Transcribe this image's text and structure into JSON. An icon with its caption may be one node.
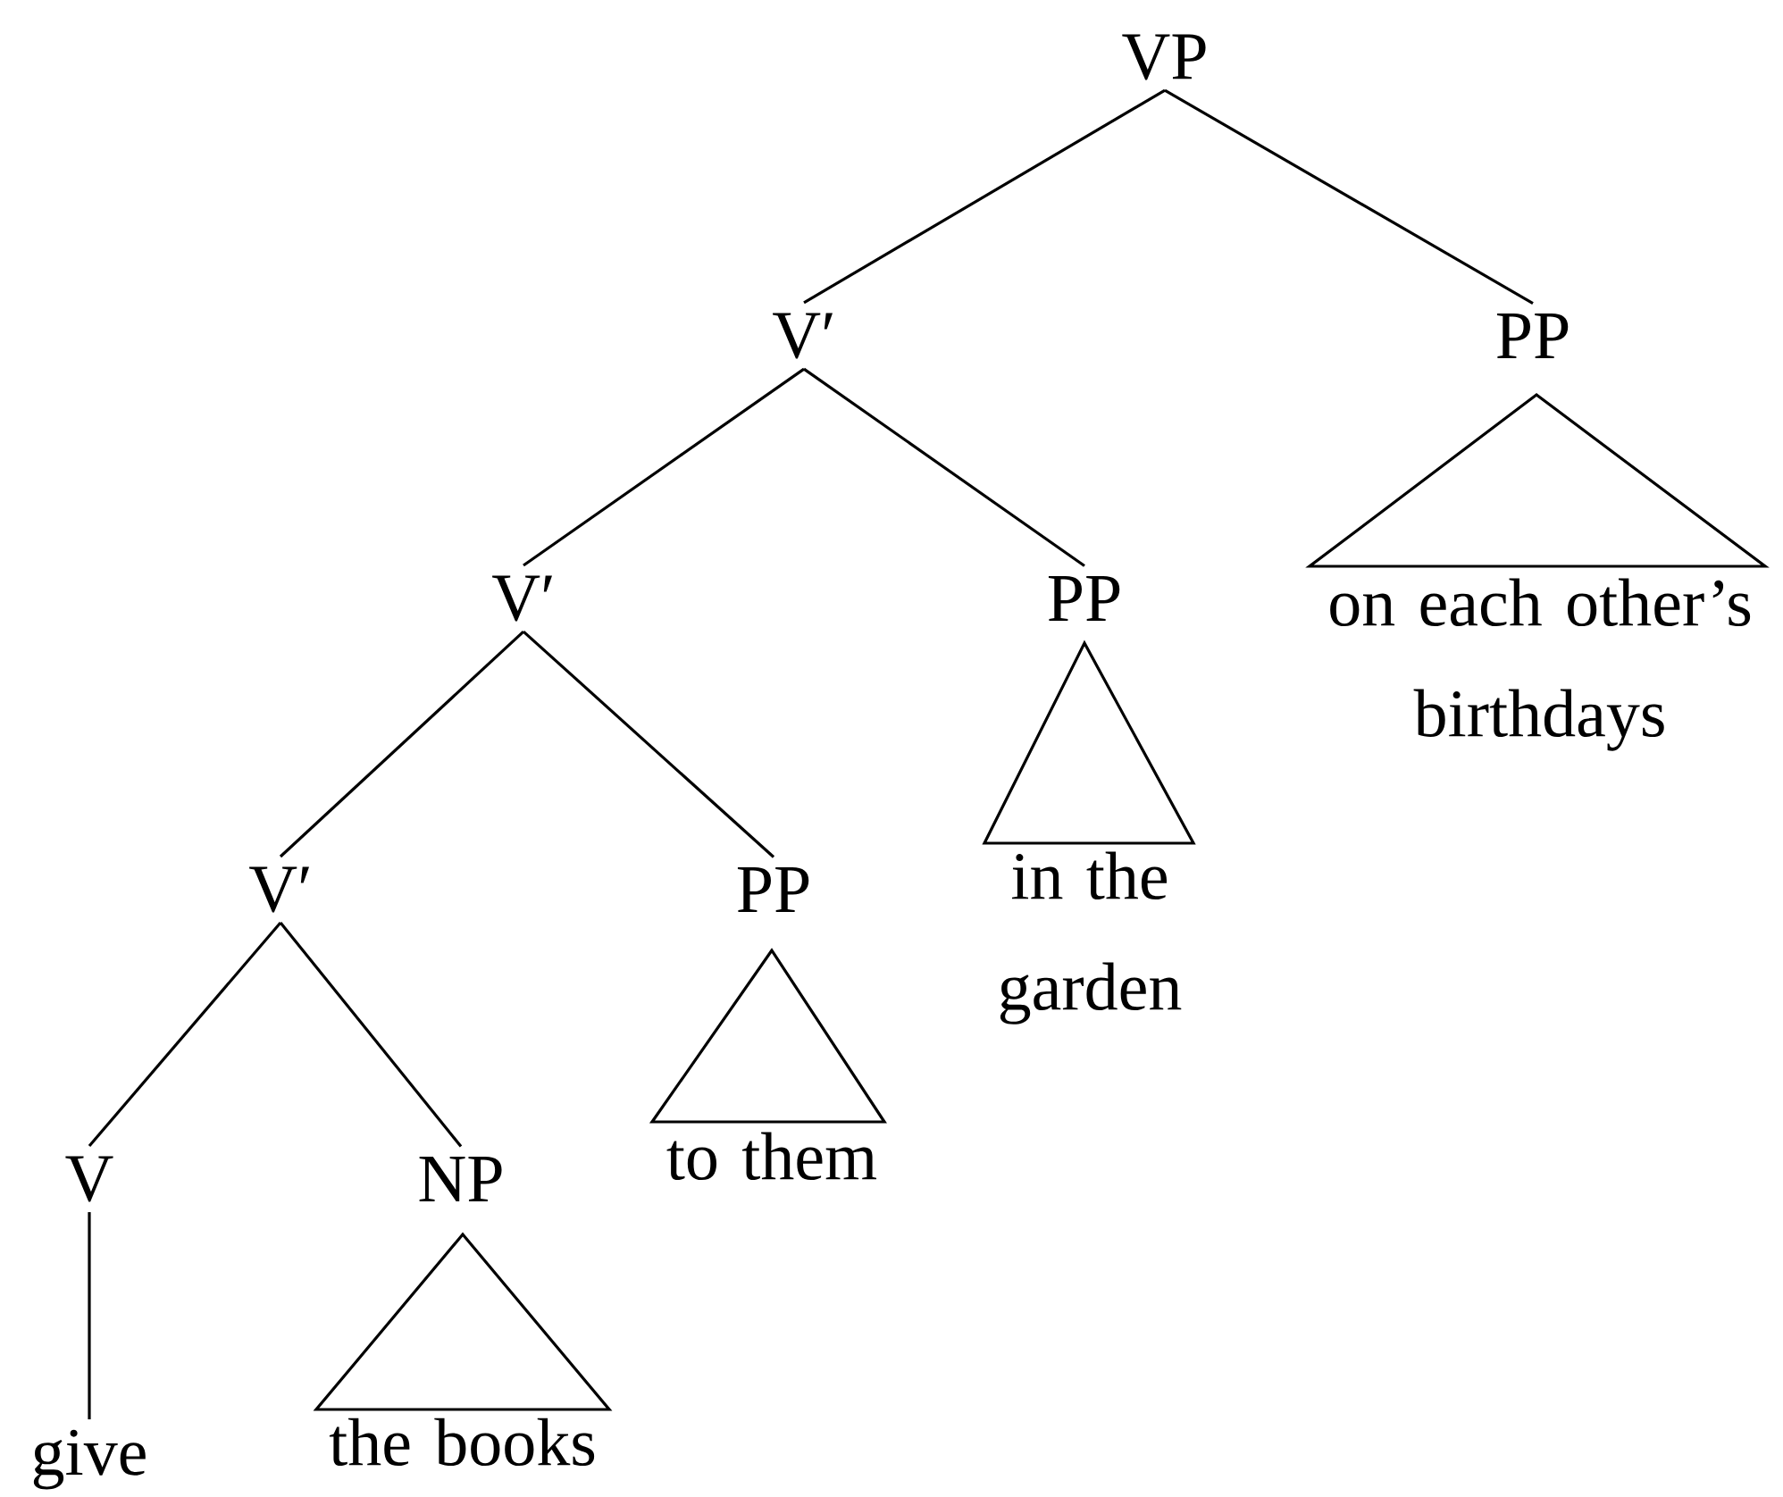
{
  "diagram": {
    "nodes": [
      {
        "text": [
          "VP"
        ]
      },
      {
        "text": [
          "V′"
        ]
      },
      {
        "text": [
          "PP"
        ]
      },
      {
        "text": [
          "on each other’s birthdays"
        ]
      },
      {
        "text": [
          "V′"
        ]
      },
      {
        "text": [
          "PP"
        ]
      },
      {
        "text": [
          "in the garden"
        ]
      },
      {
        "text": [
          "V′"
        ]
      },
      {
        "text": [
          "PP"
        ]
      },
      {
        "text": [
          "to them"
        ]
      },
      {
        "text": [
          "V"
        ]
      },
      {
        "text": [
          "NP"
        ]
      },
      {
        "text": [
          "give"
        ]
      },
      {
        "text": [
          "the books"
        ]
      }
    ],
    "edges": [
      {
        "from": 0,
        "to": 1,
        "arrow": "none"
      },
      {
        "from": 0,
        "to": 2,
        "arrow": "none"
      },
      {
        "from": 1,
        "to": 4,
        "arrow": "none"
      },
      {
        "from": 1,
        "to": 5,
        "arrow": "none"
      },
      {
        "from": 4,
        "to": 7,
        "arrow": "none"
      },
      {
        "from": 4,
        "to": 8,
        "arrow": "none"
      },
      {
        "from": 7,
        "to": 10,
        "arrow": "none"
      },
      {
        "from": 7,
        "to": 11,
        "arrow": "none"
      },
      {
        "from": 10,
        "to": 12,
        "arrow": "none"
      }
    ]
  }
}
